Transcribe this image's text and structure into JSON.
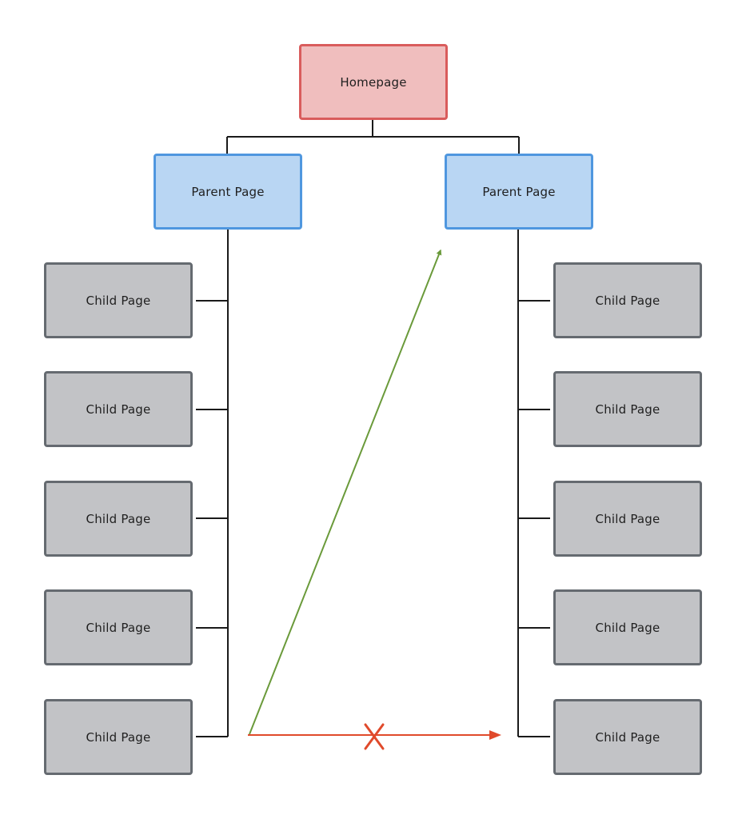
{
  "homepage": {
    "label": "Homepage"
  },
  "parents": [
    {
      "label": "Parent Page"
    },
    {
      "label": "Parent Page"
    }
  ],
  "children_left": [
    {
      "label": "Child Page"
    },
    {
      "label": "Child Page"
    },
    {
      "label": "Child Page"
    },
    {
      "label": "Child Page"
    },
    {
      "label": "Child Page"
    }
  ],
  "children_right": [
    {
      "label": "Child Page"
    },
    {
      "label": "Child Page"
    },
    {
      "label": "Child Page"
    },
    {
      "label": "Child Page"
    },
    {
      "label": "Child Page"
    }
  ],
  "colors": {
    "homepage_fill": "#f0bebe",
    "homepage_border": "#d95c5c",
    "parent_fill": "#b9d6f3",
    "parent_border": "#4f97df",
    "child_fill": "#c2c3c6",
    "child_border": "#656a70",
    "connector": "#1a1a1a",
    "allowed_arrow": "#6a9a3a",
    "blocked_arrow": "#e04a2b"
  },
  "arrows": [
    {
      "name": "allowed-link",
      "from": "left-child-5",
      "to": "right-parent"
    },
    {
      "name": "blocked-link",
      "from": "left-child-5",
      "to": "right-child-5",
      "marker": "cross"
    }
  ]
}
